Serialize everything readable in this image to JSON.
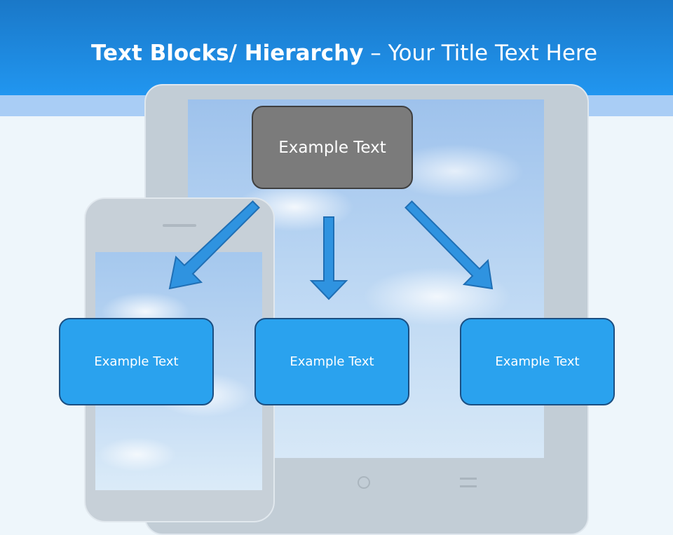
{
  "title": {
    "bold": "Text Blocks/ Hierarchy",
    "rest": " – Your Title Text Here"
  },
  "diagram": {
    "top_box": "Example Text",
    "children": [
      "Example Text",
      "Example Text",
      "Example Text"
    ]
  },
  "icons": {
    "tablet_power": "power-icon",
    "tablet_menu": "menu-icon"
  },
  "colors": {
    "header": "#1a78c8",
    "top_box": "#7b7b7b",
    "child_box": "#2aa2ee",
    "arrow": "#2f93e0"
  }
}
